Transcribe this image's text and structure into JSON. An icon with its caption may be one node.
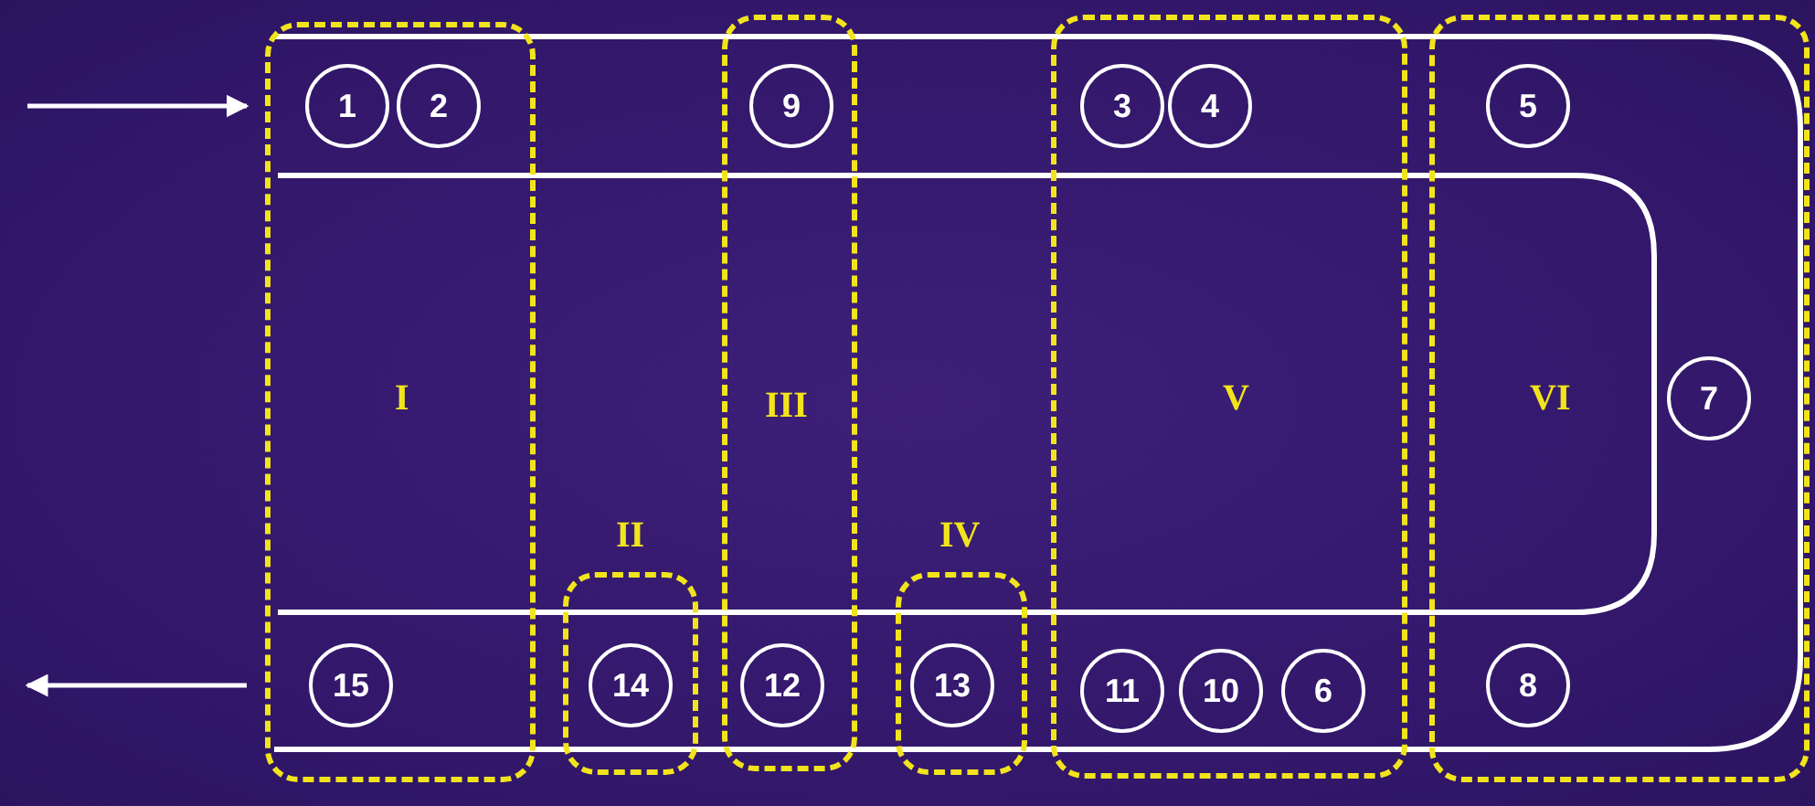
{
  "diagram": {
    "nodes": [
      {
        "text": [
          "I"
        ]
      },
      {
        "text": [
          "1"
        ],
        "in": 0
      },
      {
        "text": [
          "2"
        ],
        "in": 0
      },
      {
        "text": [
          "15"
        ],
        "in": 0
      },
      {
        "text": [
          "II"
        ]
      },
      {
        "text": [
          "14"
        ],
        "in": 4
      },
      {
        "text": [
          "III"
        ]
      },
      {
        "text": [
          "9"
        ],
        "in": 6
      },
      {
        "text": [
          "12"
        ],
        "in": 6
      },
      {
        "text": [
          "IV"
        ]
      },
      {
        "text": [
          "13"
        ],
        "in": 9
      },
      {
        "text": [
          "V"
        ]
      },
      {
        "text": [
          "3"
        ],
        "in": 11
      },
      {
        "text": [
          "4"
        ],
        "in": 11
      },
      {
        "text": [
          "11"
        ],
        "in": 11
      },
      {
        "text": [
          "10"
        ],
        "in": 11
      },
      {
        "text": [
          "6"
        ],
        "in": 11
      },
      {
        "text": [
          "VI"
        ]
      },
      {
        "text": [
          "5"
        ],
        "in": 17
      },
      {
        "text": [
          "7"
        ],
        "in": 17
      },
      {
        "text": [
          "8"
        ],
        "in": 17
      }
    ],
    "edges": [
      {
        "from": null,
        "to": 1,
        "arrow": "to"
      },
      {
        "from": 3,
        "to": null,
        "arrow": "to"
      }
    ]
  }
}
